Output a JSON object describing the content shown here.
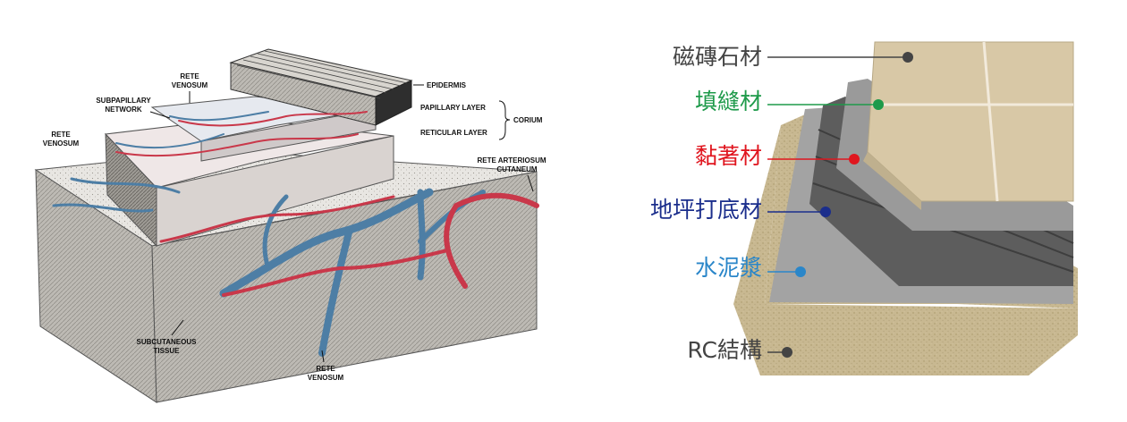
{
  "skin_diagram": {
    "labels": {
      "epidermis": "EPIDERMIS",
      "papillary_layer": "PAPILLARY LAYER",
      "reticular_layer": "RETICULAR LAYER",
      "corium": "CORIUM",
      "rete_venosum_top_1": "RETE",
      "rete_venosum_top_2": "VENOSUM",
      "subpapillary_1": "SUBPAPILLARY",
      "subpapillary_2": "NETWORK",
      "rete_venosum_left_1": "RETE",
      "rete_venosum_left_2": "VENOSUM",
      "rete_arteriosum_1": "RETE ARTERIOSUM",
      "rete_arteriosum_2": "CUTANEUM",
      "subcutaneous_1": "SUBCUTANEOUS",
      "subcutaneous_2": "TISSUE",
      "rete_venosum_bottom_1": "RETE",
      "rete_venosum_bottom_2": "VENOSUM"
    }
  },
  "floor_diagram": {
    "layers": [
      {
        "label": "磁磚石材",
        "color": "#444444"
      },
      {
        "label": "填縫材",
        "color": "#1e9a4a"
      },
      {
        "label": "黏著材",
        "color": "#e0161f"
      },
      {
        "label": "地坪打底材",
        "color": "#1b2e8c"
      },
      {
        "label": "水泥漿",
        "color": "#2a86c9"
      },
      {
        "label": "RC結構",
        "color": "#444444"
      }
    ]
  }
}
